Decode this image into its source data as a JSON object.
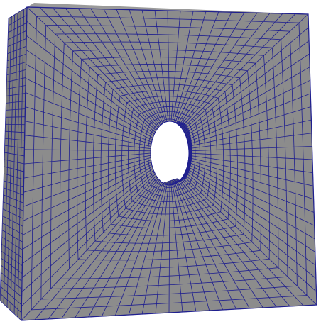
{
  "scene": {
    "subject": "hexahedral-mesh-plate-with-circular-hole",
    "colors": {
      "background": "#ffffff",
      "front_face": "#8c8c8c",
      "side_face": "#7d7d7d",
      "bore_face": "#6e6e6e",
      "mesh_lines": "#1f1f8f",
      "hole_opening": "#ffffff"
    },
    "mesh": {
      "front_radial_layers": 18,
      "front_circumferential_divisions_per_quadrant": 22,
      "side_divisions_along_length": 40,
      "side_divisions_through_thickness": 6,
      "bore_circumferential_divisions": 60,
      "bore_divisions_through_thickness": 8
    }
  }
}
